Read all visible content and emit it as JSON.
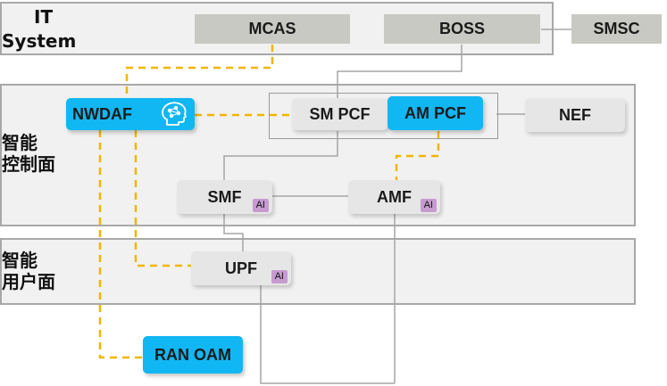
{
  "layers": {
    "it": {
      "label_line1": "IT",
      "label_line2": "System"
    },
    "control": {
      "label_line1": "智能",
      "label_line2": "控制面"
    },
    "user": {
      "label_line1": "智能",
      "label_line2": "用户面"
    }
  },
  "nodes": {
    "mcas": "MCAS",
    "boss": "BOSS",
    "smsc": "SMSC",
    "nwdaf": "NWDAF",
    "sm_pcf": "SM PCF",
    "am_pcf": "AM PCF",
    "nef": "NEF",
    "smf": "SMF",
    "amf": "AMF",
    "upf": "UPF",
    "ran_oam": "RAN OAM"
  },
  "badges": {
    "ai": "AI"
  },
  "icons": {
    "nwdaf": "ai-brain-head-icon"
  },
  "colors": {
    "accent": "#11b7f2",
    "dashed_link": "#f2b500",
    "solid_link": "#a6a6a6",
    "ai_badge": "#c79bd0"
  }
}
